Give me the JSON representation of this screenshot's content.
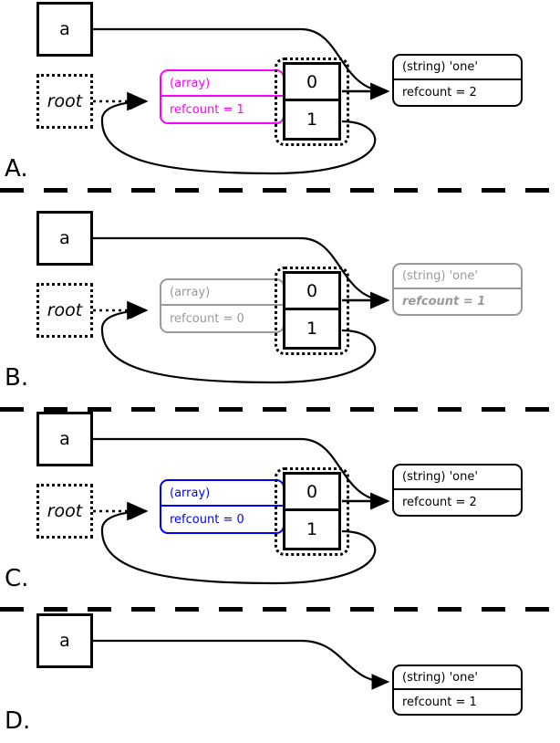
{
  "diagram": {
    "title": "PHP reference counting / garbage collection steps",
    "colors": {
      "magenta": "#ff00ff",
      "blue": "#0000ff",
      "grey": "#999999",
      "black": "#000000"
    }
  },
  "panels": [
    {
      "letter": "A.",
      "variable_label": "a",
      "root_label": "root",
      "array": {
        "type_label": "(array)",
        "refcount_label": "refcount = 1",
        "color": "#ff00ff",
        "state": "highlighted",
        "emphasis": false
      },
      "cells": [
        {
          "index_label": "0"
        },
        {
          "index_label": "1"
        }
      ],
      "string": {
        "type_label": "(string) 'one'",
        "refcount_label": "refcount = 2",
        "color": "#000000",
        "state": "normal",
        "emphasis": false
      },
      "has_root": true,
      "has_array": true,
      "has_cells": true,
      "has_string": true
    },
    {
      "letter": "B.",
      "variable_label": "a",
      "root_label": "root",
      "array": {
        "type_label": "(array)",
        "refcount_label": "refcount = 0",
        "color": "#999999",
        "state": "dimmed",
        "emphasis": false
      },
      "cells": [
        {
          "index_label": "0"
        },
        {
          "index_label": "1"
        }
      ],
      "string": {
        "type_label": "(string) 'one'",
        "refcount_label": "refcount = 1",
        "color": "#999999",
        "state": "dimmed",
        "emphasis": true
      },
      "has_root": true,
      "has_array": true,
      "has_cells": true,
      "has_string": true
    },
    {
      "letter": "C.",
      "variable_label": "a",
      "root_label": "root",
      "array": {
        "type_label": "(array)",
        "refcount_label": "refcount = 0",
        "color": "#0000ff",
        "state": "highlighted",
        "emphasis": false
      },
      "cells": [
        {
          "index_label": "0"
        },
        {
          "index_label": "1"
        }
      ],
      "string": {
        "type_label": "(string) 'one'",
        "refcount_label": "refcount = 2",
        "color": "#000000",
        "state": "normal",
        "emphasis": false
      },
      "has_root": true,
      "has_array": true,
      "has_cells": true,
      "has_string": true
    },
    {
      "letter": "D.",
      "variable_label": "a",
      "root_label": "",
      "array": null,
      "cells": [],
      "string": {
        "type_label": "(string) 'one'",
        "refcount_label": "refcount = 1",
        "color": "#000000",
        "state": "normal",
        "emphasis": false
      },
      "has_root": false,
      "has_array": false,
      "has_cells": false,
      "has_string": true
    }
  ]
}
